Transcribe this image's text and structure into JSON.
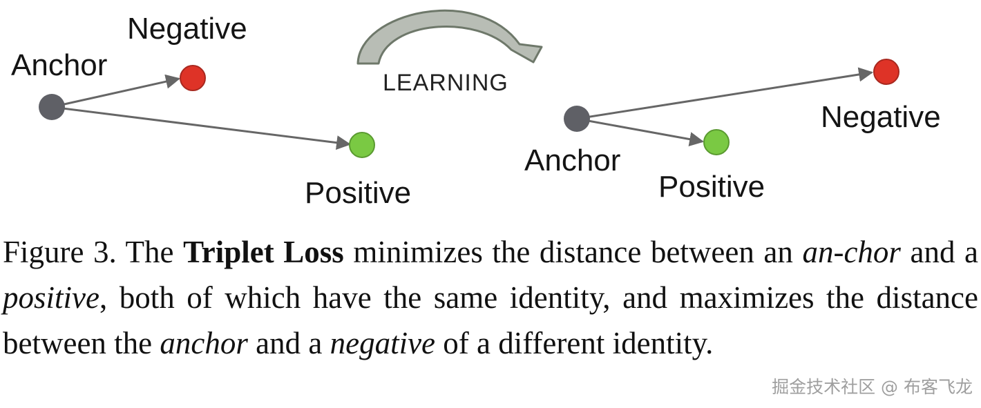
{
  "diagram": {
    "before": {
      "anchor_label": "Anchor",
      "negative_label": "Negative",
      "positive_label": "Positive"
    },
    "after": {
      "anchor_label": "Anchor",
      "negative_label": "Negative",
      "positive_label": "Positive"
    },
    "transition_label": "LEARNING",
    "colors": {
      "anchor": "#5f6066",
      "negative": "#de3327",
      "positive": "#7ac943",
      "arrow": "#666666",
      "curved_arrow_fill": "#b8bdb5",
      "curved_arrow_stroke": "#6e786a"
    }
  },
  "caption": {
    "figure_label": "Figure 3. The ",
    "bold_term": "Triplet Loss",
    "t1": " minimizes the distance between an ",
    "i_anchor_1": "an-​chor",
    "t2": " and a ",
    "i_positive": "positive",
    "t3": ", both of which have the same identity, and maximizes the distance between the ",
    "i_anchor_2": "anchor",
    "t4": " and a ",
    "i_negative": "negative",
    "t5": " of a different identity."
  },
  "watermark": "掘金技术社区 @ 布客飞龙"
}
